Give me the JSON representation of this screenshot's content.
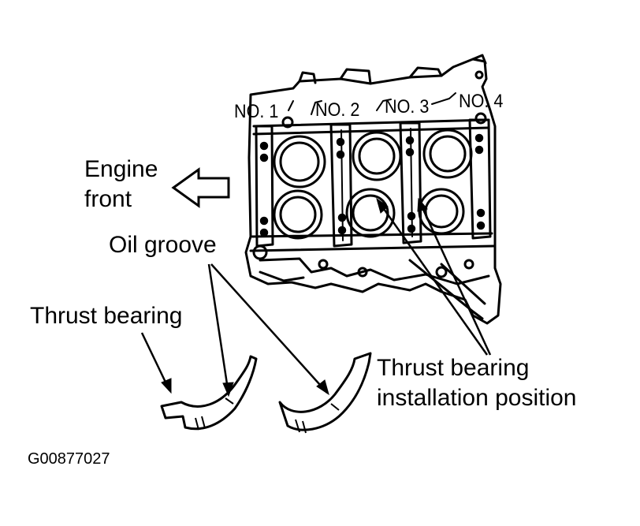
{
  "labels": {
    "no1": "NO. 1",
    "no2": "NO. 2",
    "no3": "NO. 3",
    "no4": "NO. 4",
    "engine_front_line1": "Engine",
    "engine_front_line2": "front",
    "oil_groove": "Oil groove",
    "thrust_bearing": "Thrust bearing",
    "install_line1": "Thrust bearing",
    "install_line2": "installation position",
    "figure_code": "G00877027"
  },
  "icons": {
    "direction_arrow": "arrow-left-outline-icon"
  },
  "colors": {
    "ink": "#000000",
    "background": "#ffffff"
  }
}
